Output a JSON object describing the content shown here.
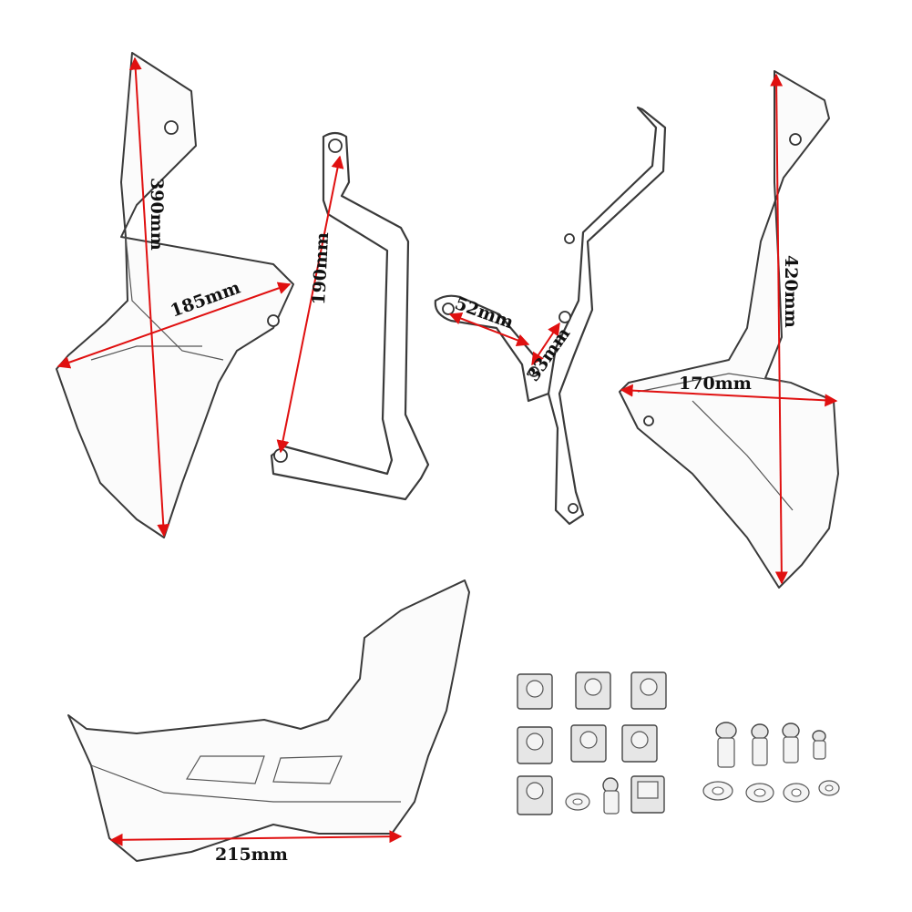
{
  "colors": {
    "dimension_line": "#e01010",
    "outline": "#3a3a3a",
    "background": "#ffffff"
  },
  "dimensions": {
    "panel_left_height": "390mm",
    "panel_left_width": "185mm",
    "bracket_left_length": "190mm",
    "bracket_right_a": "52mm",
    "bracket_right_b": "33mm",
    "panel_right_height": "420mm",
    "panel_right_width": "170mm",
    "bottom_panel_width": "215mm"
  }
}
